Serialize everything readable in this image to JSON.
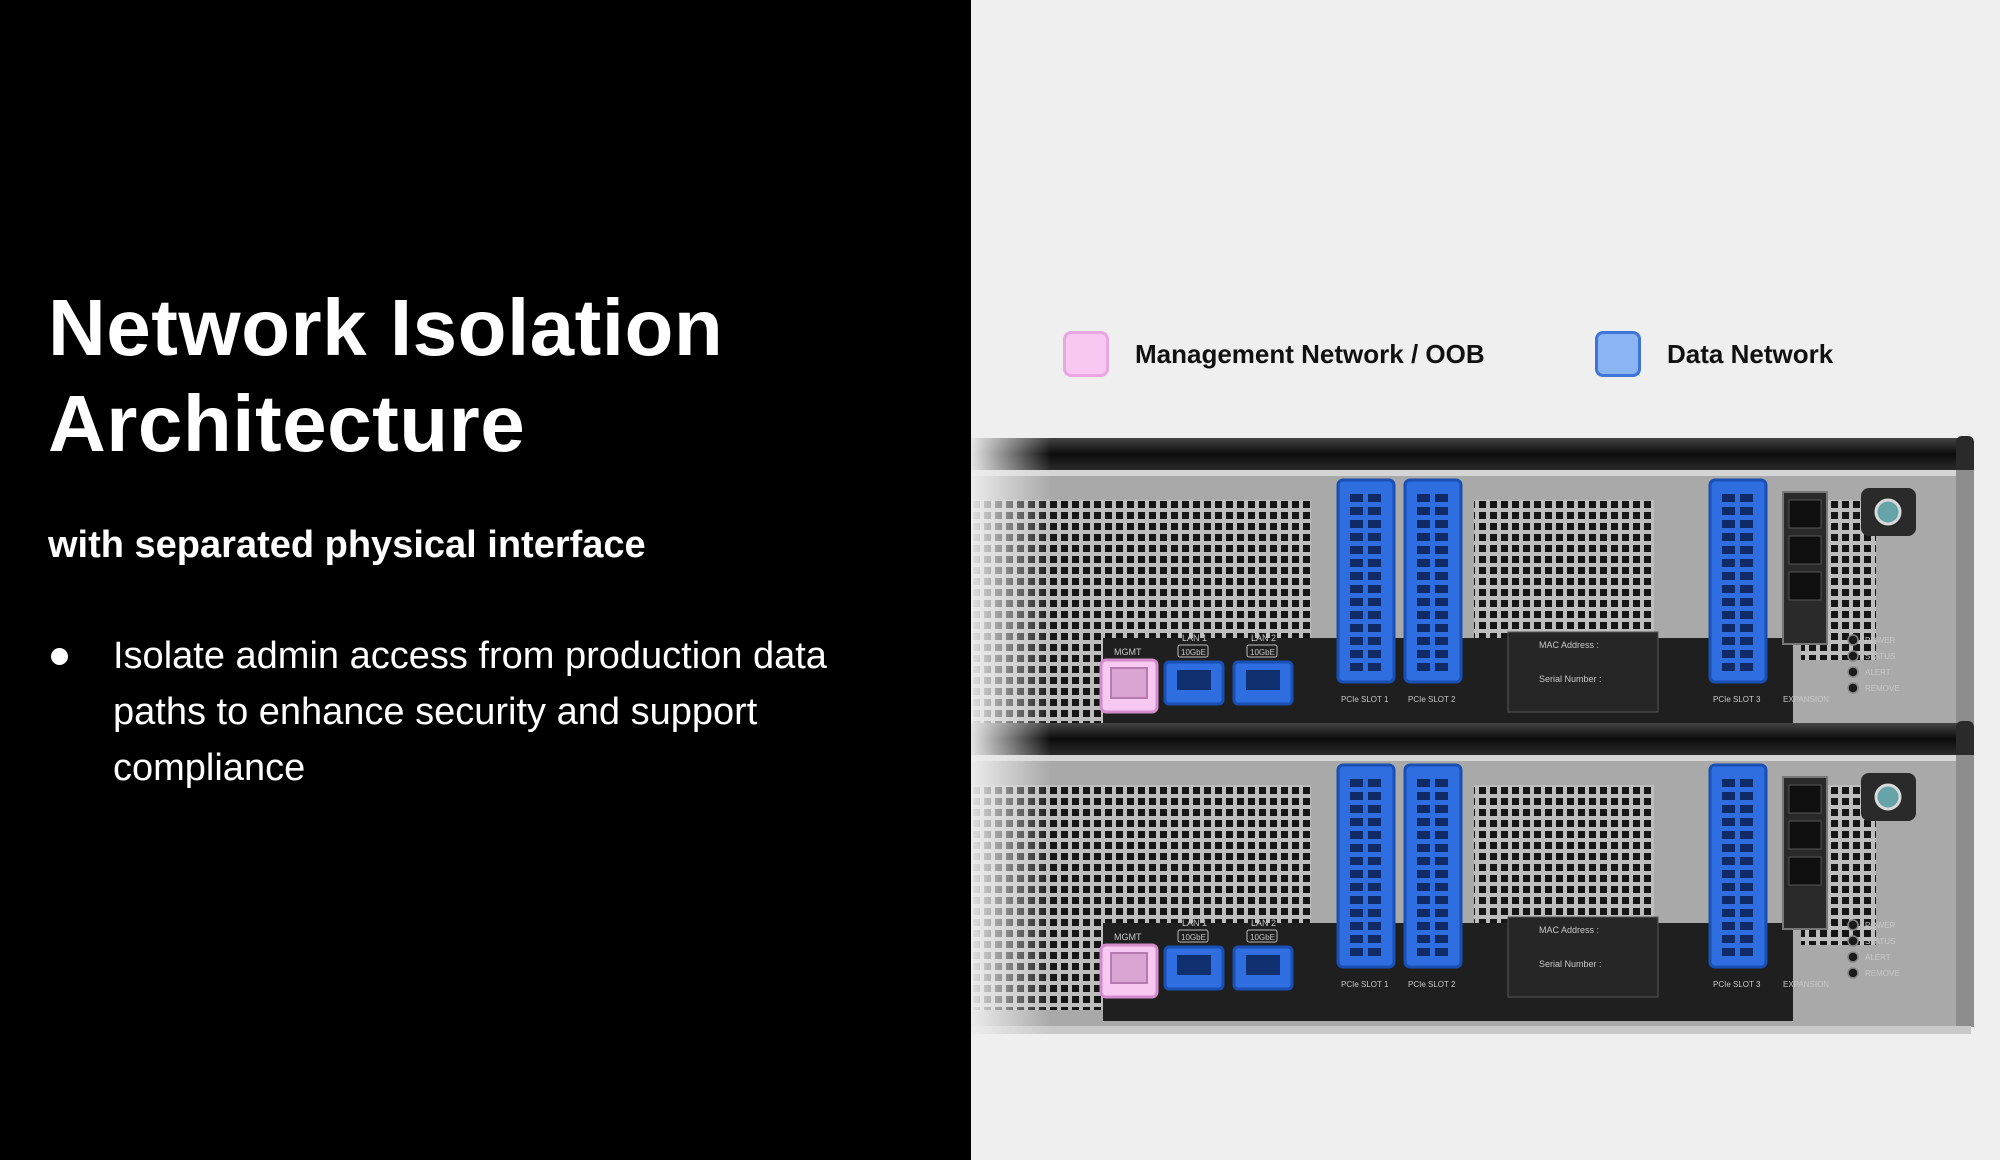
{
  "slide": {
    "title": "Network Isolation Architecture",
    "subtitle": "with separated physical interface",
    "bullets": [
      "Isolate admin access from production data paths to enhance security and support compliance"
    ]
  },
  "legend": {
    "management": {
      "label": "Management Network / OOB",
      "color": "#f7c8f1"
    },
    "data": {
      "label": "Data Network",
      "color": "#8bb4f2"
    }
  },
  "server": {
    "port_labels": {
      "mgmt": "MGMT",
      "lan1": "LAN 1",
      "lan2": "LAN 2",
      "speed": "10GbE"
    },
    "slot_labels": [
      "PCIe SLOT 1",
      "PCIe SLOT 2",
      "PCIe SLOT 3",
      "EXPANSION"
    ],
    "info_labels": [
      "MAC Address :",
      "Serial Number :"
    ],
    "indicator_labels": [
      "POWER",
      "STATUS",
      "ALERT",
      "REMOVE"
    ]
  },
  "colors": {
    "management_highlight": "#f7c8f1",
    "data_highlight": "#2f6ee0",
    "chassis": "#1c1c1c"
  }
}
